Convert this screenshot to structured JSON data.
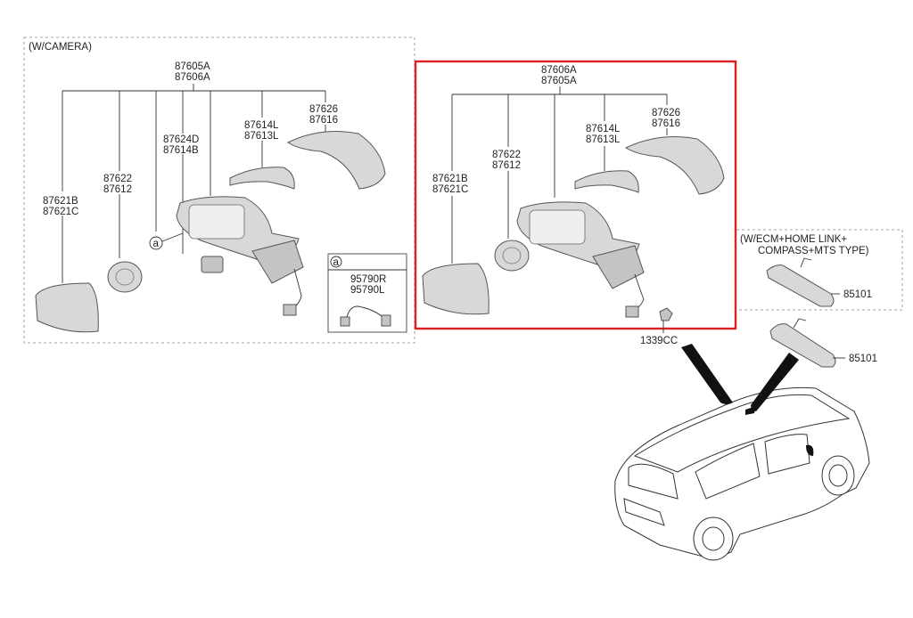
{
  "left_group": {
    "title": "(W/CAMERA)",
    "assembly_codes": [
      "87605A",
      "87606A"
    ],
    "cover_codes": [
      "87626",
      "87616"
    ],
    "repeater_codes": [
      "87614L",
      "87613L"
    ],
    "camera_codes": [
      "87624D",
      "87614B"
    ],
    "actuator_codes": [
      "87622",
      "87612"
    ],
    "glass_codes": [
      "87621B",
      "87621C"
    ],
    "callout_letter": "a",
    "detail": {
      "letter": "a",
      "codes": [
        "95790R",
        "95790L"
      ]
    }
  },
  "mid_group": {
    "assembly_codes": [
      "87606A",
      "87605A"
    ],
    "cover_codes": [
      "87626",
      "87616"
    ],
    "repeater_codes": [
      "87614L",
      "87613L"
    ],
    "actuator_codes": [
      "87622",
      "87612"
    ],
    "glass_codes": [
      "87621B",
      "87621C"
    ],
    "screw_code": "1339CC",
    "highlight_color": "#e02020"
  },
  "right_group": {
    "note_line1": "(W/ECM+HOME LINK+",
    "note_line2": "COMPASS+MTS TYPE)",
    "ecm_mirror_code": "85101",
    "mirror_code": "85101"
  }
}
